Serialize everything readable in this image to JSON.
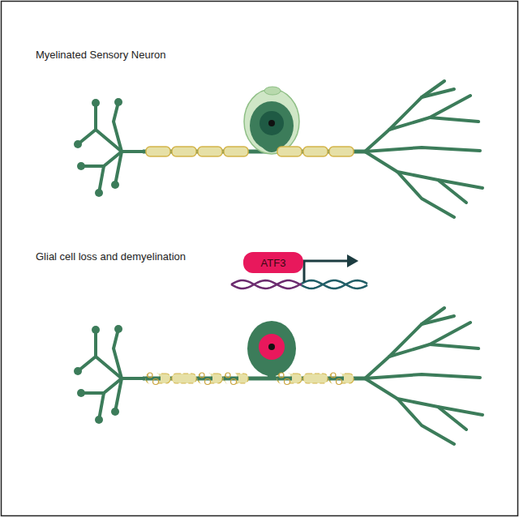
{
  "diagram": {
    "nodes": [
      {
        "text": [
          "ATF3"
        ]
      }
    ],
    "edges": [],
    "labels": [
      "Myelinated Sensory Neuron",
      "Glial cell loss and demyelination"
    ]
  }
}
